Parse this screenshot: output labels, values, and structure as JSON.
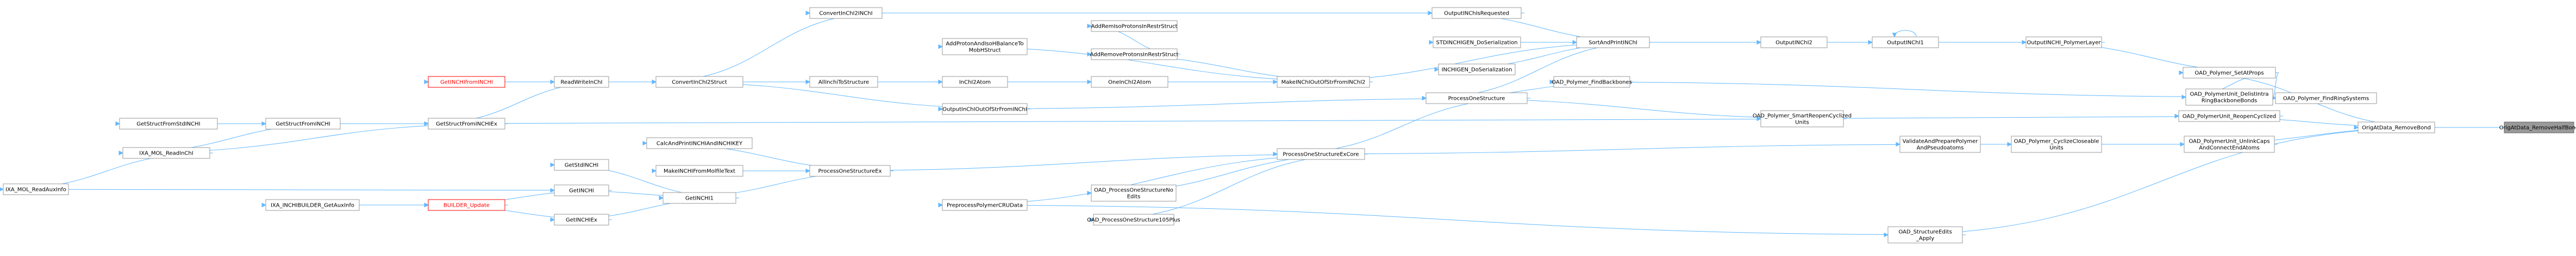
{
  "graph": {
    "colors": {
      "edge": "#63b8ff",
      "node_border": "#999999",
      "node_fill": "#ffffff",
      "selected_fill": "#999999",
      "warning": "#ff0000"
    },
    "nodes": [
      {
        "id": "n0",
        "lines": [
          "OrigAtData_RemoveHalfBond"
        ],
        "style": "sel"
      },
      {
        "id": "n1",
        "lines": [
          "OrigAtData_RemoveBond"
        ]
      },
      {
        "id": "n2",
        "lines": [
          "OAD_Polymer_SetAtProps"
        ]
      },
      {
        "id": "n3",
        "lines": [
          "OAD_PolymerUnit_ReopenCyclized"
        ]
      },
      {
        "id": "n4",
        "lines": [
          "OAD_PolymerUnit_UnlinkCaps",
          "AndConnectEndAtoms"
        ]
      },
      {
        "id": "n5",
        "lines": [
          "OAD_StructureEdits",
          "_Apply"
        ]
      },
      {
        "id": "n6",
        "lines": [
          "OAD_Polymer_FindRingSystems"
        ]
      },
      {
        "id": "n7",
        "lines": [
          "OutputINCHI_PolymerLayer"
        ]
      },
      {
        "id": "n8",
        "lines": [
          "OAD_PolymerUnit_DelistIntra",
          "RingBackboneBonds"
        ]
      },
      {
        "id": "n9",
        "lines": [
          "OAD_Polymer_SmartReopenCyclized",
          "Units"
        ]
      },
      {
        "id": "n10",
        "lines": [
          "OAD_Polymer_CyclizeCloseable",
          "Units"
        ]
      },
      {
        "id": "n11",
        "lines": [
          "ValidateAndPreparePolymer",
          "AndPseudoatoms"
        ]
      },
      {
        "id": "n12",
        "lines": [
          "OutputINChI1"
        ]
      },
      {
        "id": "n13",
        "lines": [
          "OutputINChI2"
        ]
      },
      {
        "id": "n14",
        "lines": [
          "SortAndPrintINChI"
        ]
      },
      {
        "id": "n15",
        "lines": [
          "INCHIGEN_DoSerialization"
        ]
      },
      {
        "id": "n16",
        "lines": [
          "OutputINChIsRequested"
        ]
      },
      {
        "id": "n17",
        "lines": [
          "STDINCHIGEN_DoSerialization"
        ]
      },
      {
        "id": "n18",
        "lines": [
          "MakeINChIOutOfStrFromINChI2"
        ]
      },
      {
        "id": "n19",
        "lines": [
          "ProcessOneStructure"
        ]
      },
      {
        "id": "n20",
        "lines": [
          "OAD_Polymer_FindBackbones"
        ]
      },
      {
        "id": "n21",
        "lines": [
          "ProcessOneStructureExCore"
        ]
      },
      {
        "id": "n22",
        "lines": [
          "OAD_ProcessOneStructureNo",
          "Edits"
        ]
      },
      {
        "id": "n23",
        "lines": [
          "OAD_ProcessOneStructure105Plus"
        ]
      },
      {
        "id": "n24",
        "lines": [
          "PreprocessPolymerCRUData"
        ]
      },
      {
        "id": "n25",
        "lines": [
          "ProcessOneStructureEx"
        ]
      },
      {
        "id": "n26",
        "lines": [
          "CalcAndPrintINCHIAndINCHIKEY"
        ]
      },
      {
        "id": "n27",
        "lines": [
          "MakeINCHIFromMolfileText"
        ]
      },
      {
        "id": "n28",
        "lines": [
          "GetINCHI1"
        ]
      },
      {
        "id": "n29",
        "lines": [
          "GetINCHI"
        ]
      },
      {
        "id": "n30",
        "lines": [
          "GetINCHIEx"
        ]
      },
      {
        "id": "n31",
        "lines": [
          "GetStdINCHI"
        ]
      },
      {
        "id": "n32",
        "lines": [
          "BUILDER_Update"
        ],
        "style": "red"
      },
      {
        "id": "n33",
        "lines": [
          "IXA_INCHIBUILDER_GetAuxInfo"
        ]
      },
      {
        "id": "n34",
        "lines": [
          "IXA_MOL_ReadAuxInfo"
        ]
      },
      {
        "id": "n35",
        "lines": [
          "ConvertInChI2INChI"
        ]
      },
      {
        "id": "n36",
        "lines": [
          "AddProtonAndIsoHBalanceTo",
          "MobHStruct"
        ]
      },
      {
        "id": "n37",
        "lines": [
          "AddRemoveProtonsInRestrStruct"
        ]
      },
      {
        "id": "n38",
        "lines": [
          "AddRemIsoProtonsInRestrStruct"
        ]
      },
      {
        "id": "n39",
        "lines": [
          "OneInChI2Atom"
        ]
      },
      {
        "id": "n40",
        "lines": [
          "InChI2Atom"
        ]
      },
      {
        "id": "n41",
        "lines": [
          "AllInchiToStructure"
        ]
      },
      {
        "id": "n42",
        "lines": [
          "ConvertInChI2Struct"
        ]
      },
      {
        "id": "n43",
        "lines": [
          "ReadWriteInChI"
        ]
      },
      {
        "id": "n44",
        "lines": [
          "GetINCHIfromINCHI"
        ],
        "style": "red"
      },
      {
        "id": "n45",
        "lines": [
          "GetStructFromINCHIEx"
        ]
      },
      {
        "id": "n46",
        "lines": [
          "GetStructFromINCHI"
        ]
      },
      {
        "id": "n47",
        "lines": [
          "GetStructFromStdINCHI"
        ]
      },
      {
        "id": "n48",
        "lines": [
          "IXA_MOL_ReadInChI"
        ]
      },
      {
        "id": "n49",
        "lines": [
          "OutputInChIOutOfStrFromINChI"
        ]
      }
    ]
  }
}
